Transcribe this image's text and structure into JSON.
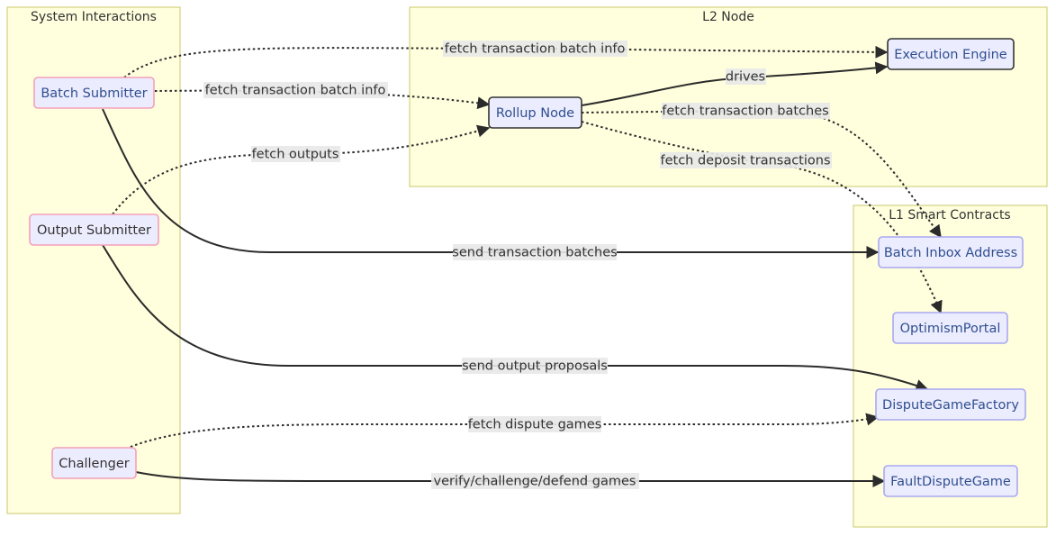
{
  "clusters": {
    "system": {
      "title": "System Interactions"
    },
    "l2": {
      "title": "L2 Node"
    },
    "l1": {
      "title": "L1 Smart Contracts"
    }
  },
  "nodes": {
    "batch_submitter": "Batch Submitter",
    "output_submitter": "Output Submitter",
    "challenger": "Challenger",
    "rollup_node": "Rollup Node",
    "execution_engine": "Execution Engine",
    "batch_inbox": "Batch Inbox Address",
    "optimism_portal": "OptimismPortal",
    "dispute_game_factory": "DisputeGameFactory",
    "fault_dispute_game": "FaultDisputeGame"
  },
  "edges": {
    "bs_exec": "fetch transaction batch info",
    "bs_rollup": "fetch transaction batch info",
    "os_rollup": "fetch outputs",
    "rollup_exec": "drives",
    "rollup_inbox": "fetch transaction batches",
    "rollup_portal": "fetch deposit transactions",
    "bs_inbox": "send transaction batches",
    "os_dgf": "send output proposals",
    "ch_dgf": "fetch dispute games",
    "ch_fdg": "verify/challenge/defend games"
  },
  "colors": {
    "node_fill": "#ececff",
    "system_node_stroke": "#f4a0b8",
    "l2_node_stroke": "#333333",
    "l1_node_stroke": "#a8a8f0",
    "cluster_fill": "#ffffde",
    "cluster_stroke": "#c8c86a",
    "label_blue": "#2f4f8f",
    "label_dark": "#333333"
  }
}
